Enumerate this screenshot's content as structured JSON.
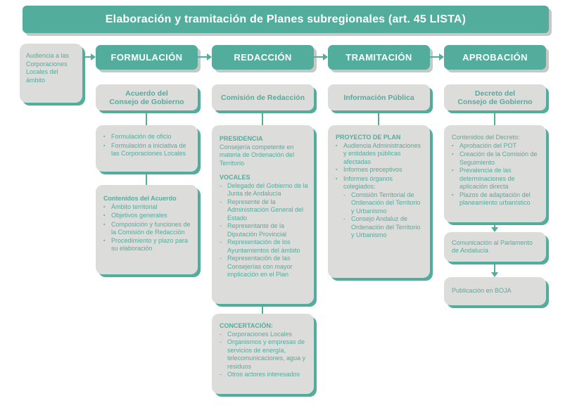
{
  "title": "Elaboración y tramitación de Planes subregionales (art. 45 LISTA)",
  "side_note": "Audiencia a las Corporaciones Locales del ámbito",
  "colors": {
    "teal": "#52ad9c",
    "box_gray": "#dcdcda",
    "shadow_gray": "#c7c7c5",
    "background": "#ffffff",
    "text_teal": "#54ab9d"
  },
  "icons": {
    "arrow-right": "▶",
    "arrow-down": "▼",
    "bullet-square": "▪",
    "bullet-dash": "-"
  },
  "stages": [
    {
      "label": "FORMULACIÓN",
      "subheader_lines": [
        "Acuerdo del",
        "Consejo de Gobierno"
      ]
    },
    {
      "label": "REDACCIÓN",
      "subheader_lines": [
        "Comisión de Redacción"
      ]
    },
    {
      "label": "TRAMITACIÓN",
      "subheader_lines": [
        "Información Pública"
      ]
    },
    {
      "label": "APROBACIÓN",
      "subheader_lines": [
        "Decreto del",
        "Consejo de Gobierno"
      ]
    }
  ],
  "formulacion": {
    "box1": {
      "items": [
        "Formulación de oficio",
        "Formulación a iniciativa de las Corporaciones Locales"
      ]
    },
    "box2": {
      "title": "Contenidos del Acuerdo",
      "items": [
        "Ámbito territorial",
        "Objetivos generales",
        "Composición y funciones de la Comisión de Redacción",
        "Procedimiento y plazo para su elaboración"
      ]
    }
  },
  "redaccion": {
    "box1": {
      "presidencia_label": "PRESIDENCIA",
      "presidencia_text": "Consejería competente en materia de Ordenación del Territorio",
      "vocales_label": "VOCALES",
      "vocales": [
        "Delegado del Gobierno de la Junta de Andalucía",
        "Represente de la Administración General del Estado",
        "Representante de la Diputación Provincial",
        "Representación de los Ayuntamientos del ámbito",
        "Representación de las Consejerías con mayor implicación en el Plan"
      ]
    },
    "box2": {
      "title": "CONCERTACIÓN:",
      "items": [
        "Corporaciones Locales",
        "Organismos y empresas de servicios de energía, telecomunicaciones, agua y residuos",
        "Otros actores interesados"
      ]
    }
  },
  "tramitacion": {
    "box1": {
      "title": "PROYECTO DE PLAN",
      "items": [
        "Audiencia Administraciones y entidades públicas afectadas",
        "Informes preceptivos",
        "Informes órganos colegiados:"
      ],
      "subitems": [
        "Comisión Territorial de Ordenación del Territorio y Urbanismo",
        "Consejo Andaluz de Ordenación del Territorio y Urbanismo"
      ]
    }
  },
  "aprobacion": {
    "box1": {
      "title": "Contenidos del Decreto:",
      "items": [
        "Aprobación del POT",
        "Creación de la Comisión de Seguimiento",
        "Prevalencia de las determinaciones de aplicación directa",
        "Plazos de adaptación del planeamiento urbanístico"
      ]
    },
    "box2": {
      "text": "Comunicación al Parlamento de Andalucía"
    },
    "box3": {
      "text": "Publicación en BOJA"
    }
  }
}
